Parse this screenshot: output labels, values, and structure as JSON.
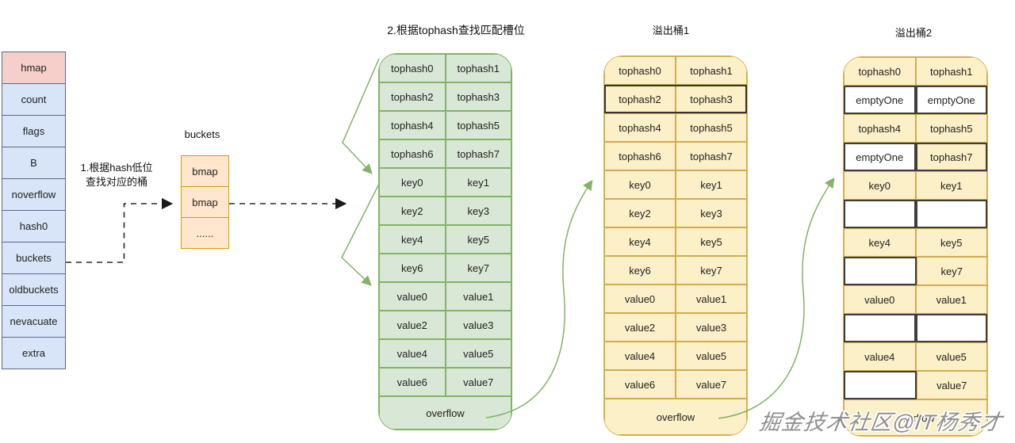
{
  "titles": {
    "step1_line1": "1.根据hash低位",
    "step1_line2": "查找对应的桶",
    "step2": "2.根据tophash查找匹配槽位",
    "buckets_label": "buckets",
    "bucket1_title": "溢出桶1",
    "bucket2_title": "溢出桶2",
    "watermark": "掘金技术社区@IT杨秀才"
  },
  "hmap": {
    "header": "hmap",
    "fields": [
      "count",
      "flags",
      "B",
      "noverflow",
      "hash0",
      "buckets",
      "oldbuckets",
      "nevacuate",
      "extra"
    ]
  },
  "buckets_array": [
    "bmap",
    "bmap",
    "......"
  ],
  "bucket0": {
    "rows": [
      [
        "tophash0",
        "tophash1"
      ],
      [
        "tophash2",
        "tophash3"
      ],
      [
        "tophash4",
        "tophash5"
      ],
      [
        "tophash6",
        "tophash7"
      ],
      [
        "key0",
        "key1"
      ],
      [
        "key2",
        "key3"
      ],
      [
        "key4",
        "key5"
      ],
      [
        "key6",
        "key7"
      ],
      [
        "value0",
        "value1"
      ],
      [
        "value2",
        "value3"
      ],
      [
        "value4",
        "value5"
      ],
      [
        "value6",
        "value7"
      ]
    ],
    "overflow": "overflow"
  },
  "bucket1": {
    "rows": [
      [
        "tophash0",
        "tophash1"
      ],
      [
        "tophash2",
        "tophash3"
      ],
      [
        "tophash4",
        "tophash5"
      ],
      [
        "tophash6",
        "tophash7"
      ],
      [
        "key0",
        "key1"
      ],
      [
        "key2",
        "key3"
      ],
      [
        "key4",
        "key5"
      ],
      [
        "key6",
        "key7"
      ],
      [
        "value0",
        "value1"
      ],
      [
        "value2",
        "value3"
      ],
      [
        "value4",
        "value5"
      ],
      [
        "value6",
        "value7"
      ]
    ],
    "overflow": "overflow"
  },
  "bucket2": {
    "rows": [
      [
        "tophash0",
        "tophash1"
      ],
      [
        "emptyOne",
        "emptyOne"
      ],
      [
        "tophash4",
        "tophash5"
      ],
      [
        "emptyOne",
        "tophash7"
      ],
      [
        "key0",
        "key1"
      ],
      [
        "",
        ""
      ],
      [
        "key4",
        "key5"
      ],
      [
        "",
        "key7"
      ],
      [
        "value0",
        "value1"
      ],
      [
        "",
        ""
      ],
      [
        "value4",
        "value5"
      ],
      [
        "",
        "value7"
      ]
    ],
    "overflow": "overflow"
  },
  "colors": {
    "blue_fill": "#d8e4f8",
    "blue_border": "#5a6b88",
    "pink_fill": "#f6cfcb",
    "orange_fill": "#ffe6cc",
    "orange_border": "#d79b00",
    "green_fill": "#d9e7d6",
    "green_border": "#82b366",
    "yellow_fill": "#fcf0c8",
    "yellow_border": "#d6b656",
    "highlight_border": "#333333"
  }
}
